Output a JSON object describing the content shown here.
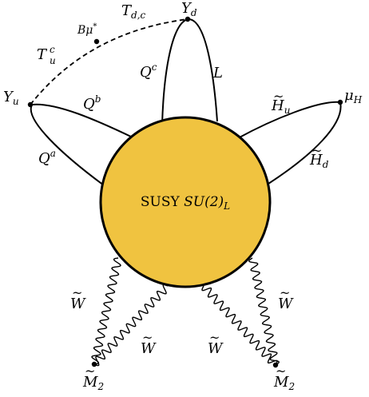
{
  "blob": {
    "label_roman": "SUSY ",
    "label_math": "SU(2)",
    "label_sub": "L",
    "fill_color": "#f0c340",
    "stroke_color": "#000000"
  },
  "vertices": {
    "y_u": {
      "base": "Y",
      "sub": "u"
    },
    "y_d": {
      "base": "Y",
      "sub": "d"
    },
    "mu_h": {
      "base": "μ",
      "sub": "H"
    },
    "b_mu": {
      "base": "Bμ",
      "sup": "*"
    },
    "m2_left": {
      "base": "M",
      "sub": "2",
      "accent": "~"
    },
    "m2_right": {
      "base": "M",
      "sub": "2",
      "accent": "~"
    }
  },
  "edges": {
    "t_dc": {
      "base": "T",
      "sub": "d,c"
    },
    "t_uc": {
      "base": "T",
      "sup": "c",
      "sub": "u"
    },
    "q_c": {
      "base": "Q",
      "sup": "c"
    },
    "l": {
      "base": "L"
    },
    "q_b": {
      "base": "Q",
      "sup": "b"
    },
    "q_a": {
      "base": "Q",
      "sup": "a"
    },
    "h_u": {
      "base": "H",
      "sub": "u",
      "accent": "~"
    },
    "h_d": {
      "base": "H",
      "sub": "d",
      "accent": "~"
    },
    "w_1": {
      "base": "W",
      "accent": "~"
    },
    "w_2": {
      "base": "W",
      "accent": "~"
    },
    "w_3": {
      "base": "W",
      "accent": "~"
    },
    "w_4": {
      "base": "W",
      "accent": "~"
    }
  }
}
